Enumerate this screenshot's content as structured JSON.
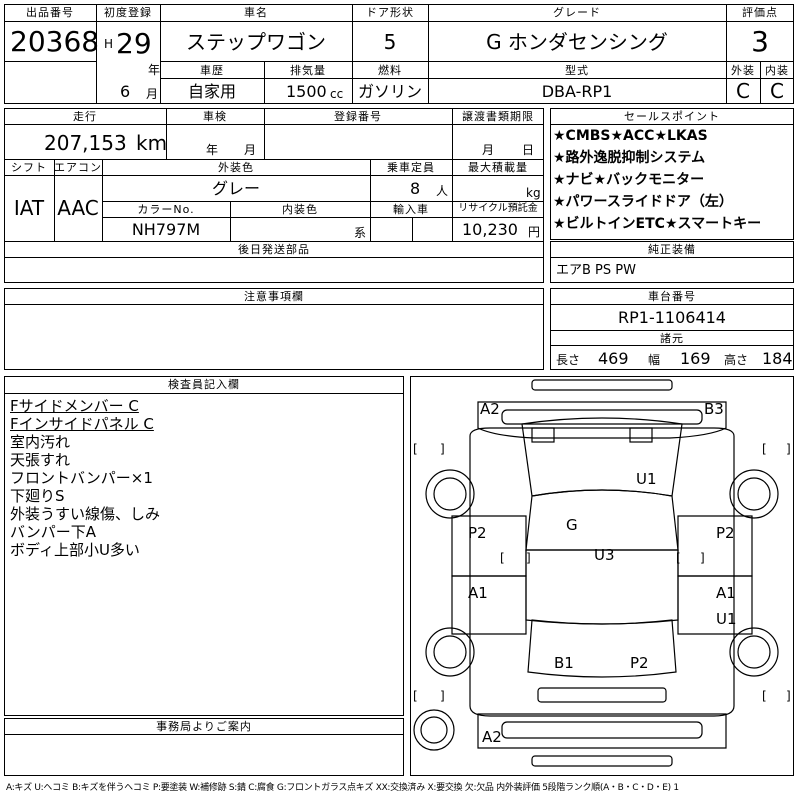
{
  "header": {
    "lot_no_label": "出品番号",
    "lot_no": "20368",
    "first_reg_label": "初度登録",
    "era": "H",
    "year": "29",
    "year_unit": "年",
    "month": "6",
    "month_unit": "月",
    "car_name_label": "車名",
    "car_name": "ステップワゴン",
    "door_label": "ドア形状",
    "door": "5",
    "grade_label": "グレード",
    "grade": "G ホンダセンシング",
    "score_label": "評価点",
    "score": "3",
    "history_label": "車歴",
    "history": "自家用",
    "displacement_label": "排気量",
    "displacement": "1500",
    "displacement_unit": "cc",
    "fuel_label": "燃料",
    "fuel": "ガソリン",
    "model_label": "型式",
    "model": "DBA-RP1",
    "exterior_label": "外装",
    "exterior": "C",
    "interior_label": "内装",
    "interior": "C"
  },
  "row2": {
    "mileage_label": "走行",
    "mileage": "207,153",
    "mileage_unit": "km",
    "inspection_label": "車検",
    "inspection_year_unit": "年",
    "inspection_month_unit": "月",
    "reg_no_label": "登録番号",
    "transfer_label": "譲渡書類期限",
    "transfer_month_unit": "月",
    "transfer_day_unit": "日",
    "shift_label": "シフト",
    "shift": "IAT",
    "ac_label": "エアコン",
    "ac": "AAC",
    "color_label": "外装色",
    "color": "グレー",
    "seats_label": "乗車定員",
    "seats": "8",
    "seats_unit": "人",
    "load_label": "最大積載量",
    "load_unit": "kg",
    "color_no_label": "カラーNo.",
    "color_no": "NH797M",
    "interior_color_label": "内装色",
    "interior_color_suffix": "系",
    "import_label": "輸入車",
    "recycle_label": "リサイクル預託金",
    "recycle": "10,230",
    "recycle_unit": "円",
    "later_parts_label": "後日発送部品"
  },
  "sales_points": {
    "label": "セールスポイント",
    "items": [
      "★CMBS★ACC★LKAS",
      "★路外逸脱抑制システム",
      "★ナビ★バックモニター",
      "★パワースライドドア（左）",
      "★ビルトインETC★スマートキー"
    ]
  },
  "equipment": {
    "label": "純正装備",
    "value": "エアB PS PW"
  },
  "notes": {
    "label": "注意事項欄"
  },
  "chassis": {
    "label": "車台番号",
    "value": "RP1-1106414",
    "dims_label": "諸元",
    "length_label": "長さ",
    "length": "469",
    "width_label": "幅",
    "width": "169",
    "height_label": "高さ",
    "height": "184"
  },
  "inspector": {
    "label": "検査員記入欄",
    "lines": [
      "Fサイドメンバー C",
      "Fインサイドパネル C",
      "室内汚れ",
      "天張すれ",
      "フロントバンパー×1",
      "下廻りS",
      "外装うすい線傷、しみ",
      "バンパー下A",
      "ボディ上部小U多い"
    ]
  },
  "office": {
    "label": "事務局よりご案内"
  },
  "diagram": {
    "labels": [
      "A2",
      "B3",
      "U1",
      "G",
      "P2",
      "U3",
      "P2",
      "A1",
      "A1",
      "U1",
      "B1",
      "P2",
      "A2"
    ],
    "brackets": [
      "[",
      "]",
      "[",
      "]",
      "[",
      "]",
      "[",
      "]",
      "[",
      "]",
      "[",
      "]"
    ]
  },
  "legend": "A:キズ U:ヘコミ B:キズを伴うヘコミ P:要塗装 W:補修跡 S:錆 C:腐食 G:フロントガラス点キズ XX:交換済み X:要交換 欠:欠品 内外装評価 5段階ランク順(A・B・C・D・E) 1"
}
